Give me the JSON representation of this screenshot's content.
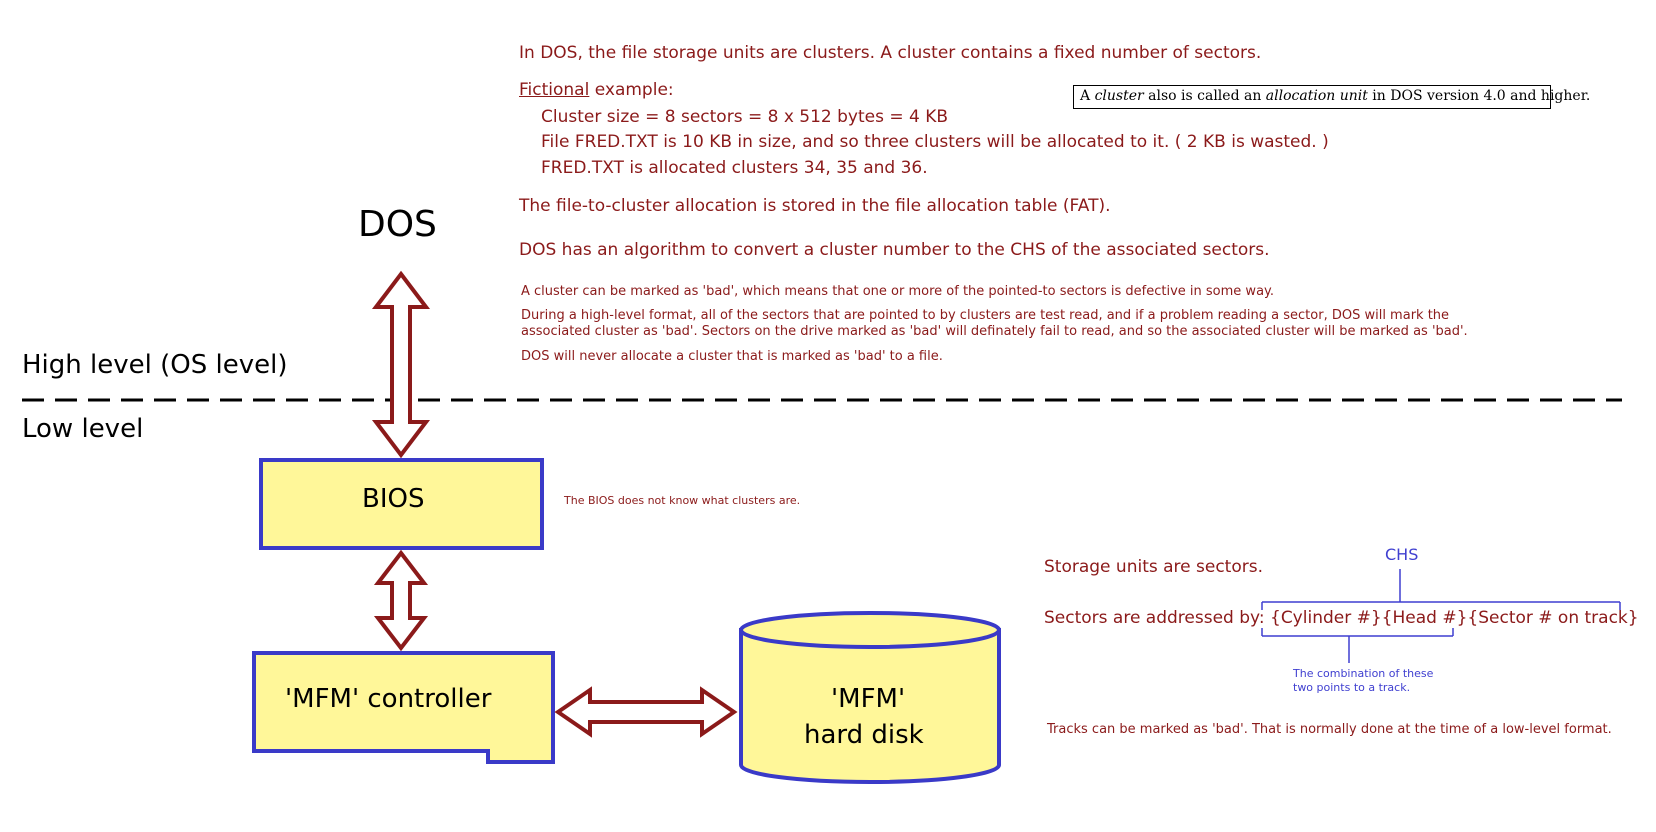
{
  "diagram": {
    "dos_label": "DOS",
    "high_level_label": "High level  (OS level)",
    "low_level_label": "Low level",
    "bios_label": "BIOS",
    "controller_label": "'MFM' controller",
    "disk_label_line1": "'MFM'",
    "disk_label_line2": "hard disk"
  },
  "text": {
    "intro": "In DOS, the file storage units are clusters. A cluster contains a fixed number of sectors.",
    "fictional_label": "Fictional",
    "example_label": " example:",
    "example_1": "Cluster size = 8 sectors = 8 x 512 bytes = 4 KB",
    "example_2": "File FRED.TXT is 10 KB in size, and so three clusters will be allocated to it. ( 2 KB is wasted. )",
    "example_3": "FRED.TXT is allocated clusters 34, 35 and 36.",
    "fat": "The file-to-cluster allocation is stored in the file allocation table (FAT).",
    "algorithm": "DOS has an algorithm to convert a cluster number to the CHS of the associated sectors.",
    "bad_1": "A cluster can be marked as 'bad', which means that one or more of the pointed-to sectors is defective in some way.",
    "bad_2a": "During a high-level format, all of the sectors that are pointed to by clusters are test read, and if a problem reading a sector, DOS will mark the",
    "bad_2b": "associated cluster as 'bad'. Sectors on the drive marked as 'bad' will definately fail to read, and so the associated cluster will be marked as 'bad'.",
    "bad_3": "DOS will never allocate a cluster that is marked as 'bad' to a file.",
    "bios_note": "The BIOS does not know what clusters are.",
    "storage_units": "Storage units are sectors.",
    "addressed_by": "Sectors are addressed by:",
    "chs_cylinder": "{Cylinder #}",
    "chs_head": "{Head #}",
    "chs_sector": "{Sector # on track}",
    "chs_label": "CHS",
    "combination_1": "The combination of these",
    "combination_2": "two points to a track.",
    "tracks_bad": "Tracks can be marked as 'bad'. That is normally done at the time of a low-level format."
  },
  "note": {
    "prefix": "A ",
    "cluster_word": "cluster",
    "middle": " also is called an ",
    "allocation_word": "allocation unit",
    "suffix": " in DOS version 4.0 and higher."
  },
  "colors": {
    "text_red": "#8b1a1a",
    "arrow": "#8b1a1a",
    "box_fill": "#fff799",
    "box_stroke": "#3a3ac8",
    "annotation_blue": "#3f3fd0"
  }
}
